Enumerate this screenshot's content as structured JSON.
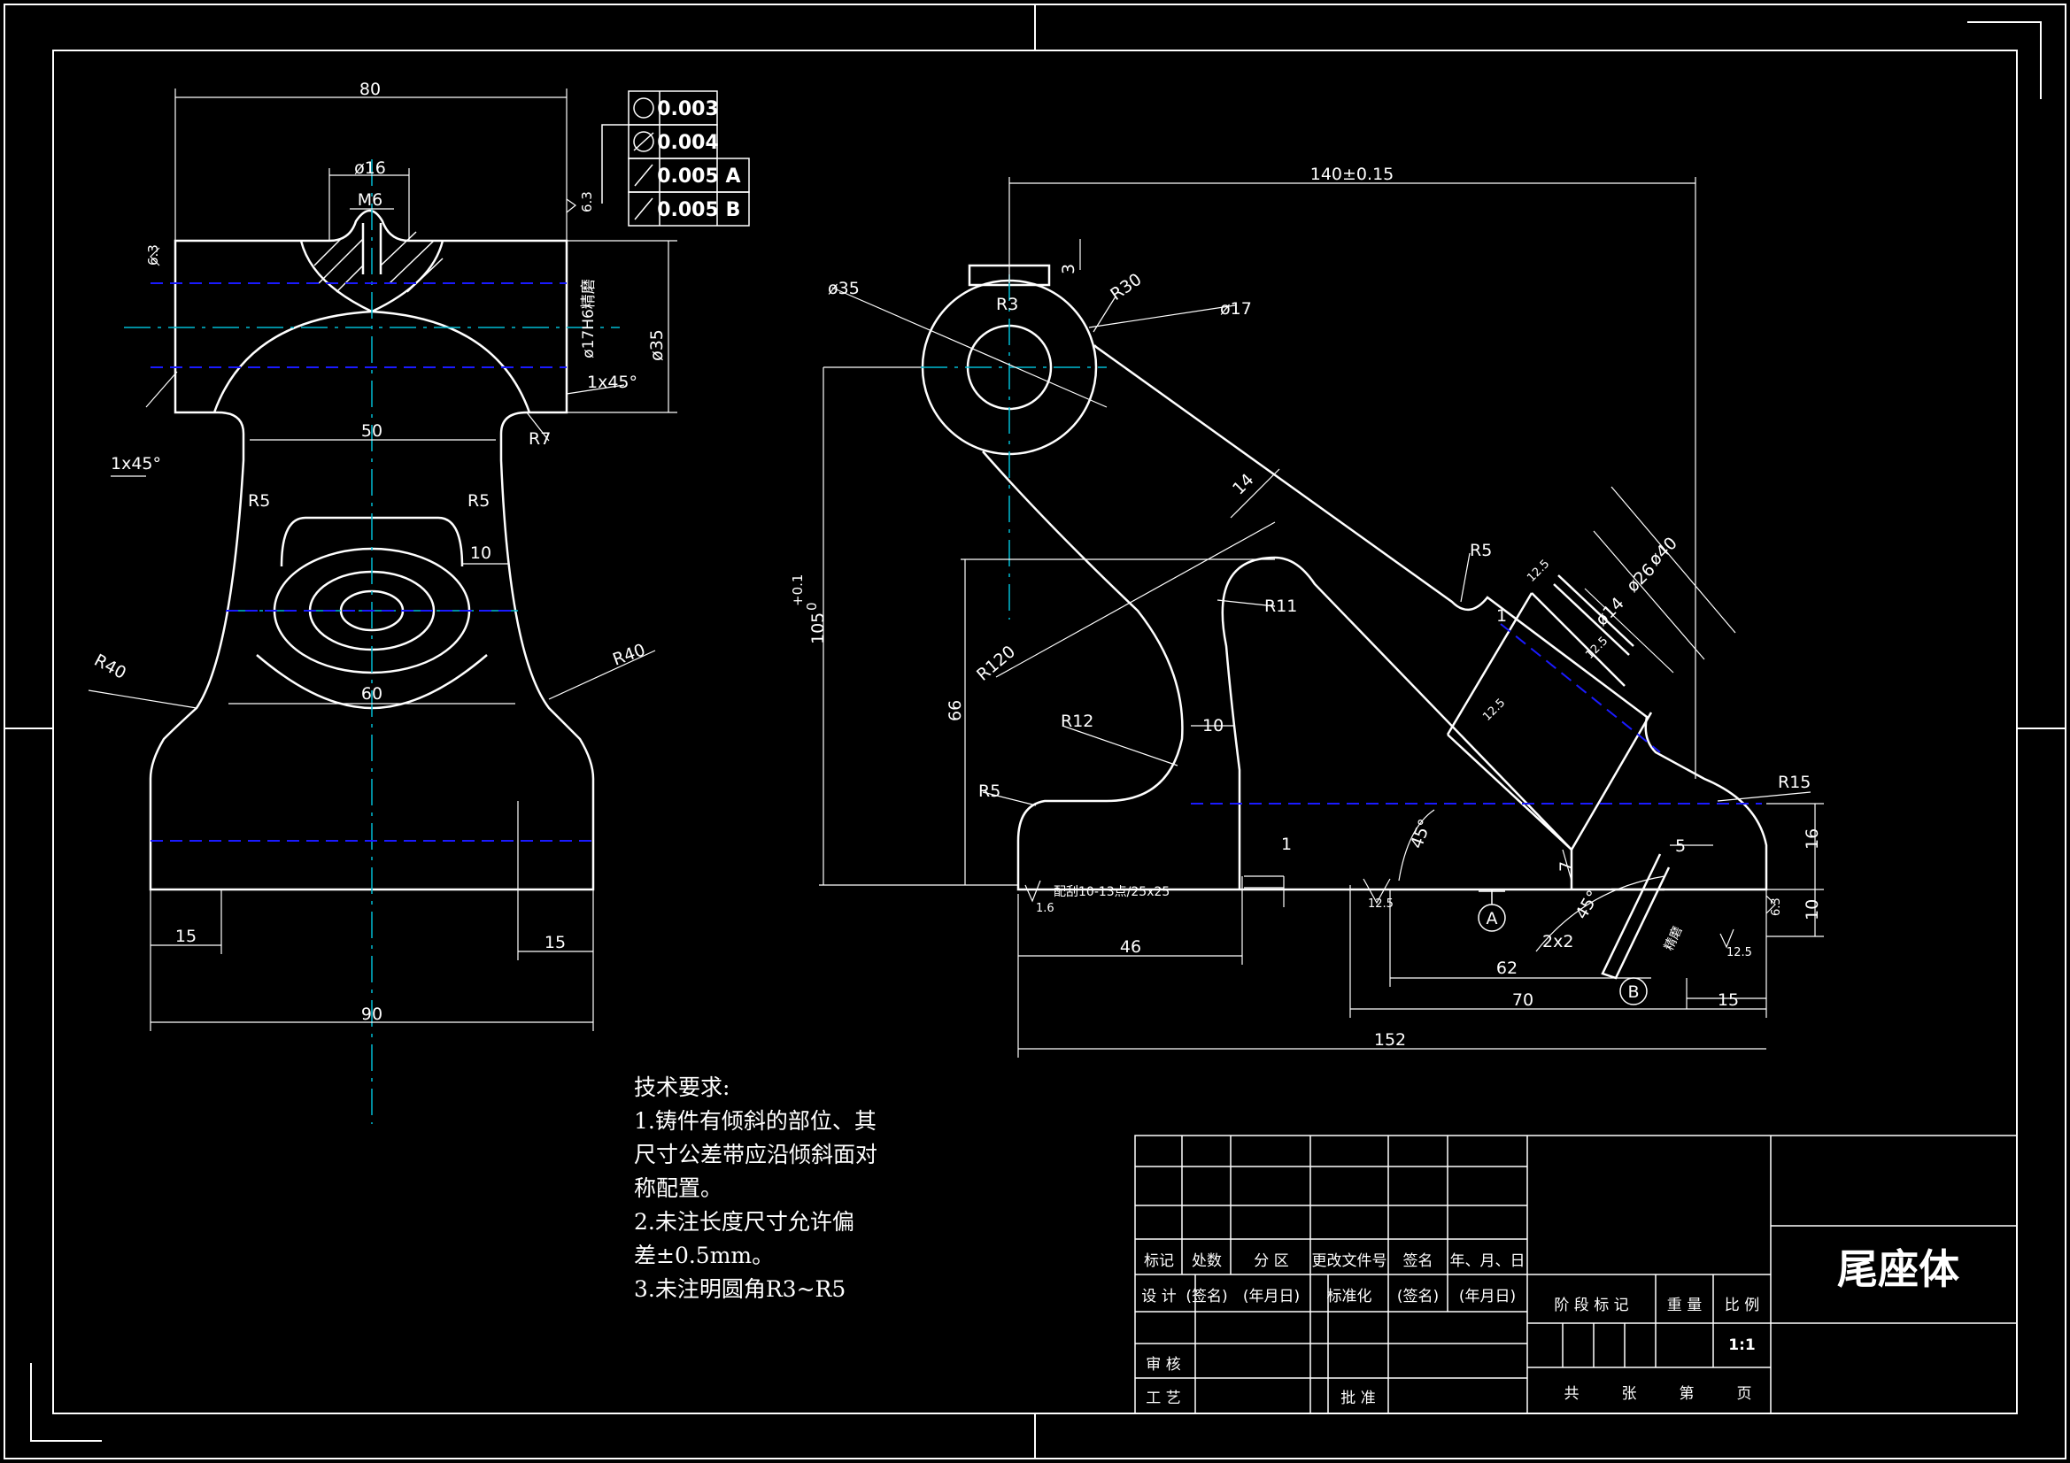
{
  "drawing": {
    "title": "尾座体",
    "colors": {
      "line": "#ffffff",
      "hidden": "#1a1aff",
      "center": "#00bcd4",
      "background": "#000000"
    }
  },
  "front_view": {
    "dims": {
      "d80": "80",
      "d16": "ø16",
      "m6": "M6",
      "d50": "50",
      "d60": "60",
      "d90": "90",
      "d15a": "15",
      "d15b": "15",
      "d10": "10",
      "r5a": "R5",
      "r5b": "R5",
      "r7": "R7",
      "r40a": "R40",
      "r40b": "R40",
      "phi35": "ø35",
      "fit": "ø17H6精磨",
      "cham1": "1x45°",
      "cham2": "1x45°",
      "rough1": "6.3",
      "rough2": "6.3"
    }
  },
  "tolerance_frame": {
    "rows": [
      {
        "value": "0.003",
        "datum": ""
      },
      {
        "value": "0.004",
        "datum": ""
      },
      {
        "value": "0.005",
        "datum": "A"
      },
      {
        "value": "0.005",
        "datum": "B"
      }
    ]
  },
  "side_view": {
    "dims": {
      "d140": "140±0.15",
      "phi35": "ø35",
      "r3": "R3",
      "d3": "3",
      "r30": "R30",
      "phi17": "ø17",
      "d14": "14",
      "r5a": "R5",
      "phi40": "ø40",
      "phi26": "ø26",
      "phi14": "ø14",
      "r11": "R11",
      "r120": "R120",
      "d66": "66",
      "d105": "105",
      "tol_up": "+0.1",
      "tol_dn": "0",
      "r12": "R12",
      "d10": "10",
      "r5b": "R5",
      "r15": "R15",
      "d16": "16",
      "d5": "5",
      "d7": "7",
      "d1a": "1",
      "d1b": "1",
      "d46": "46",
      "d62": "62",
      "d70": "70",
      "d152": "152",
      "d15": "15",
      "d2x2": "2x2",
      "a45a": "45°",
      "a45b": "45°",
      "d10b": "10",
      "datumA": "A",
      "datumB": "B",
      "scrape": "配刮10-13点/25x25",
      "grind": "精磨",
      "rough16": "1.6",
      "rough125a": "12.5",
      "rough125b": "12.5",
      "rough63": "6.3",
      "rough125c": "12.5",
      "rough125d": "12.5",
      "rough125e": "12.5"
    }
  },
  "notes": {
    "heading": "技术要求:",
    "lines": [
      "1.铸件有倾斜的部位、其",
      "尺寸公差带应沿倾斜面对",
      "称配置。",
      "2.未注长度尺寸允许偏",
      "差±0.5mm。",
      "3.未注明圆角R3~R5"
    ]
  },
  "title_block": {
    "row_labels": [
      "标记",
      "处数",
      "分 区",
      "更改文件号",
      "签名",
      "年、月、日"
    ],
    "design": "设 计",
    "sign1": "(签名)",
    "date1": "(年月日)",
    "standard": "标准化",
    "sign2": "(签名)",
    "date2": "(年月日)",
    "review": "审 核",
    "process": "工 艺",
    "approve": "批 准",
    "stage": "阶 段 标 记",
    "weight": "重 量",
    "scale": "比 例",
    "scale_value": "1:1",
    "sheets": [
      "共",
      "张",
      "第",
      "页"
    ]
  }
}
